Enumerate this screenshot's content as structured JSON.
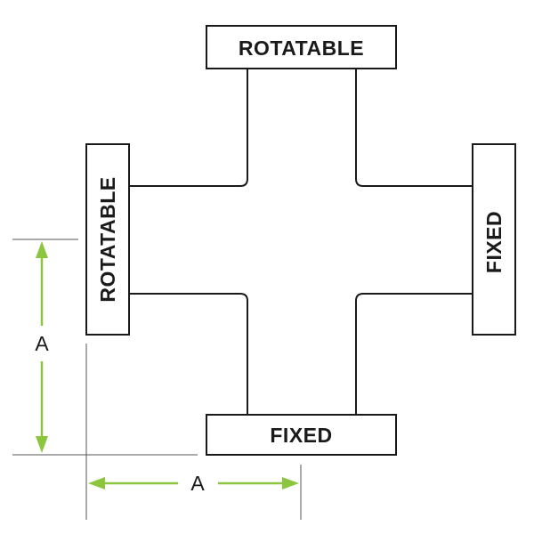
{
  "diagram": {
    "ends": {
      "top": "ROTATABLE",
      "left": "ROTATABLE",
      "right": "FIXED",
      "bottom": "FIXED"
    },
    "dimension": {
      "vertical_label": "A",
      "horizontal_label": "A"
    },
    "colors": {
      "outline": "#1a1a1a",
      "dimension": "#8cc63f",
      "extension": "#555555"
    }
  }
}
